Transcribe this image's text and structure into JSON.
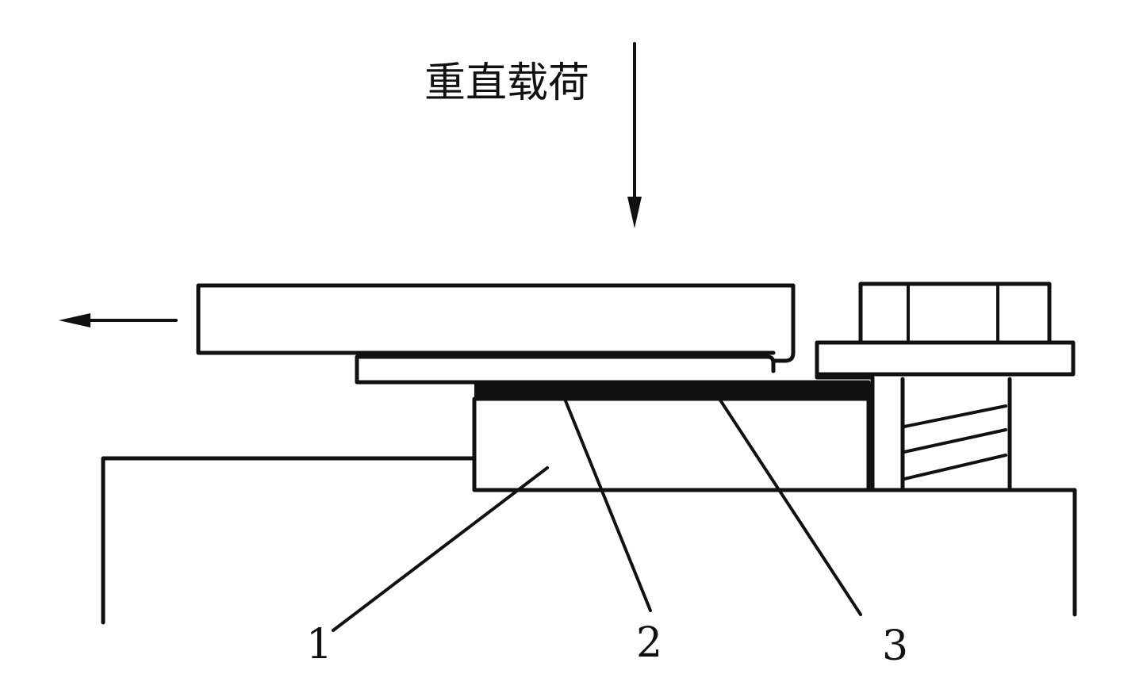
{
  "load_label": "重直载荷",
  "callouts": [
    {
      "id": "1",
      "text": "1"
    },
    {
      "id": "2",
      "text": "2"
    },
    {
      "id": "3",
      "text": "3"
    }
  ],
  "colors": {
    "line": "#111111",
    "background": "#ffffff"
  }
}
